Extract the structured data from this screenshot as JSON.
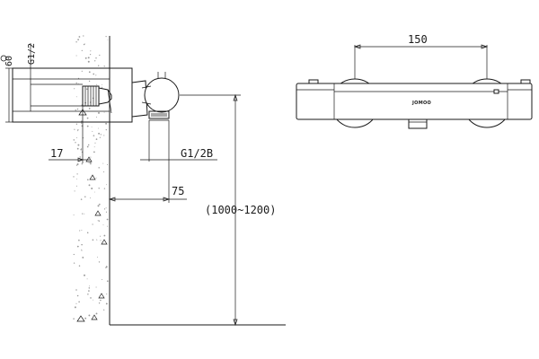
{
  "side_view": {
    "dim_60": "60",
    "dim_thread_g12": "G1/2",
    "dim_17": "17",
    "dim_outlet_g12b": "G1/2B",
    "dim_75": "75",
    "dim_height_range": "(1000~1200)"
  },
  "front_view": {
    "dim_150": "150",
    "brand_logo_text": "JOMOO"
  }
}
